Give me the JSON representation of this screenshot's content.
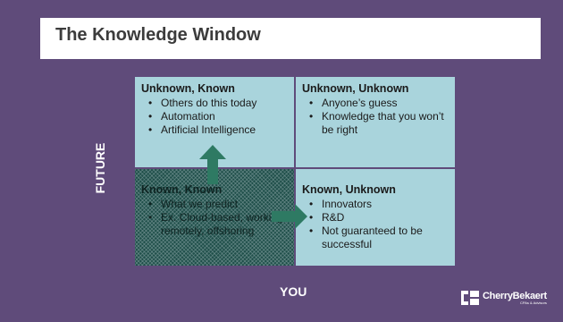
{
  "slide": {
    "title": "The Knowledge Window",
    "axis_y_label": "FUTURE",
    "axis_x_label": "YOU"
  },
  "quadrants": {
    "top_left": {
      "heading": "Unknown, Known",
      "items": [
        "Others do this today",
        "Automation",
        "Artificial Intelligence"
      ]
    },
    "top_right": {
      "heading": "Unknown, Unknown",
      "items": [
        "Anyone’s guess",
        "Knowledge that you won’t be right"
      ]
    },
    "bottom_left": {
      "heading": "Known, Known",
      "items": [
        "What we predict",
        "Ex. Cloud-based, working remotely, offshoring"
      ]
    },
    "bottom_right": {
      "heading": "Known, Unknown",
      "items": [
        "Innovators",
        "R&D",
        "Not guaranteed to be successful"
      ]
    }
  },
  "logo": {
    "brand": "CherryBekaert",
    "tagline": "CPAs & Advisors",
    "mark_icon": "cherry-bekaert-logo-mark"
  },
  "colors": {
    "background": "#5f4b7a",
    "quadrant_light": "#a9d4dc",
    "quadrant_dark": "#1f4f4a",
    "arrow": "#2e7a63",
    "title_band": "#ffffff"
  }
}
